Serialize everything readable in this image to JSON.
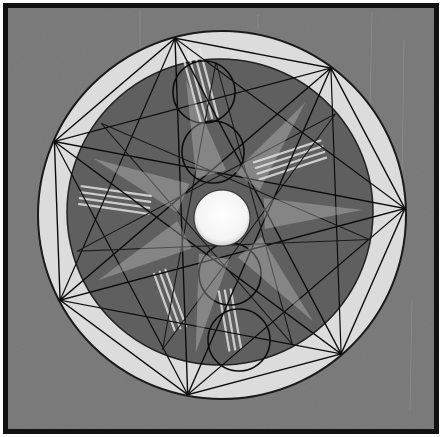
{
  "image": {
    "subject": "heptagram-pattern-photograph",
    "colors": {
      "background": "#ffffff",
      "frame": "#111111",
      "field": "#7d7d7d",
      "disc": "#5f5f5f",
      "ring": "#dcdcdc",
      "line": "#0c0c0c",
      "highlight": "#f2f2f2",
      "streak": "#e9e9e9"
    },
    "elements": {
      "ring": "light-annular-ring",
      "disc": "dark-inner-disc",
      "star": "seven-pointed-star",
      "heptagon": "outer-heptagon",
      "circles": "vertical-circle-chain",
      "center": "central-white-disc"
    }
  }
}
